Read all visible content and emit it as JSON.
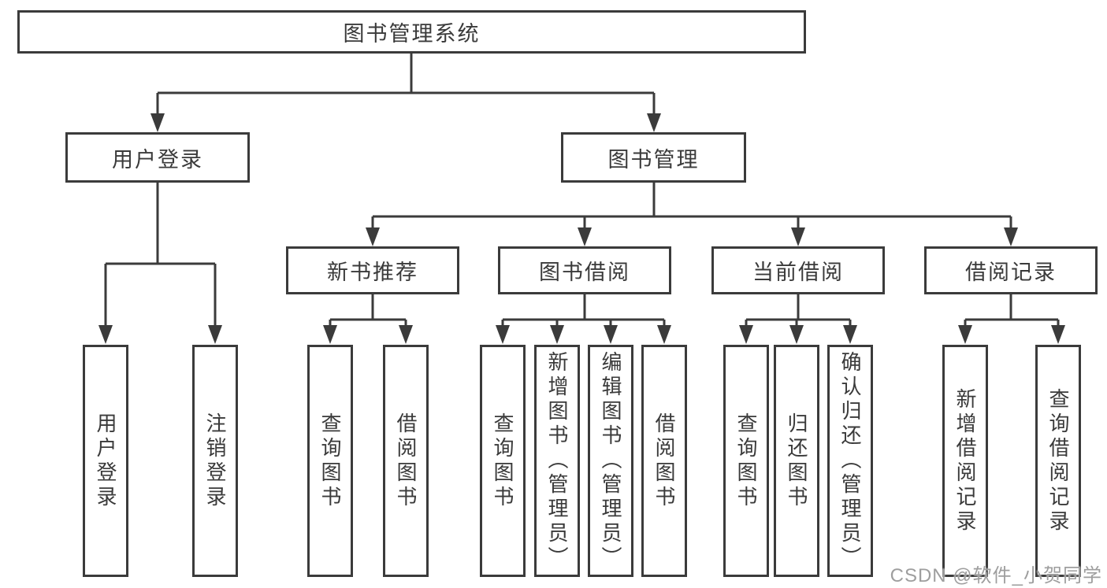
{
  "diagram": {
    "root": {
      "label": "图书管理系统"
    },
    "branches": [
      {
        "label": "用户登录",
        "children": [
          {
            "label": "用户登录"
          },
          {
            "label": "注销登录"
          }
        ]
      },
      {
        "label": "图书管理",
        "children": [
          {
            "label": "新书推荐",
            "children": [
              {
                "label": "查询图书"
              },
              {
                "label": "借阅图书"
              }
            ]
          },
          {
            "label": "图书借阅",
            "children": [
              {
                "label": "查询图书"
              },
              {
                "label": "新增图书（管理员）"
              },
              {
                "label": "编辑图书（管理员）"
              },
              {
                "label": "借阅图书"
              }
            ]
          },
          {
            "label": "当前借阅",
            "children": [
              {
                "label": "查询图书"
              },
              {
                "label": "归还图书"
              },
              {
                "label": "确认归还（管理员）"
              }
            ]
          },
          {
            "label": "借阅记录",
            "children": [
              {
                "label": "新增借阅记录"
              },
              {
                "label": "查询借阅记录"
              }
            ]
          }
        ]
      }
    ],
    "watermark": "CSDN @软件_小贺同学",
    "colors": {
      "line": "#3b3b3b",
      "text": "#3a3a3a",
      "box_background": "#ffffff",
      "watermark": "#9e9e9e",
      "background": "#ffffff"
    }
  }
}
